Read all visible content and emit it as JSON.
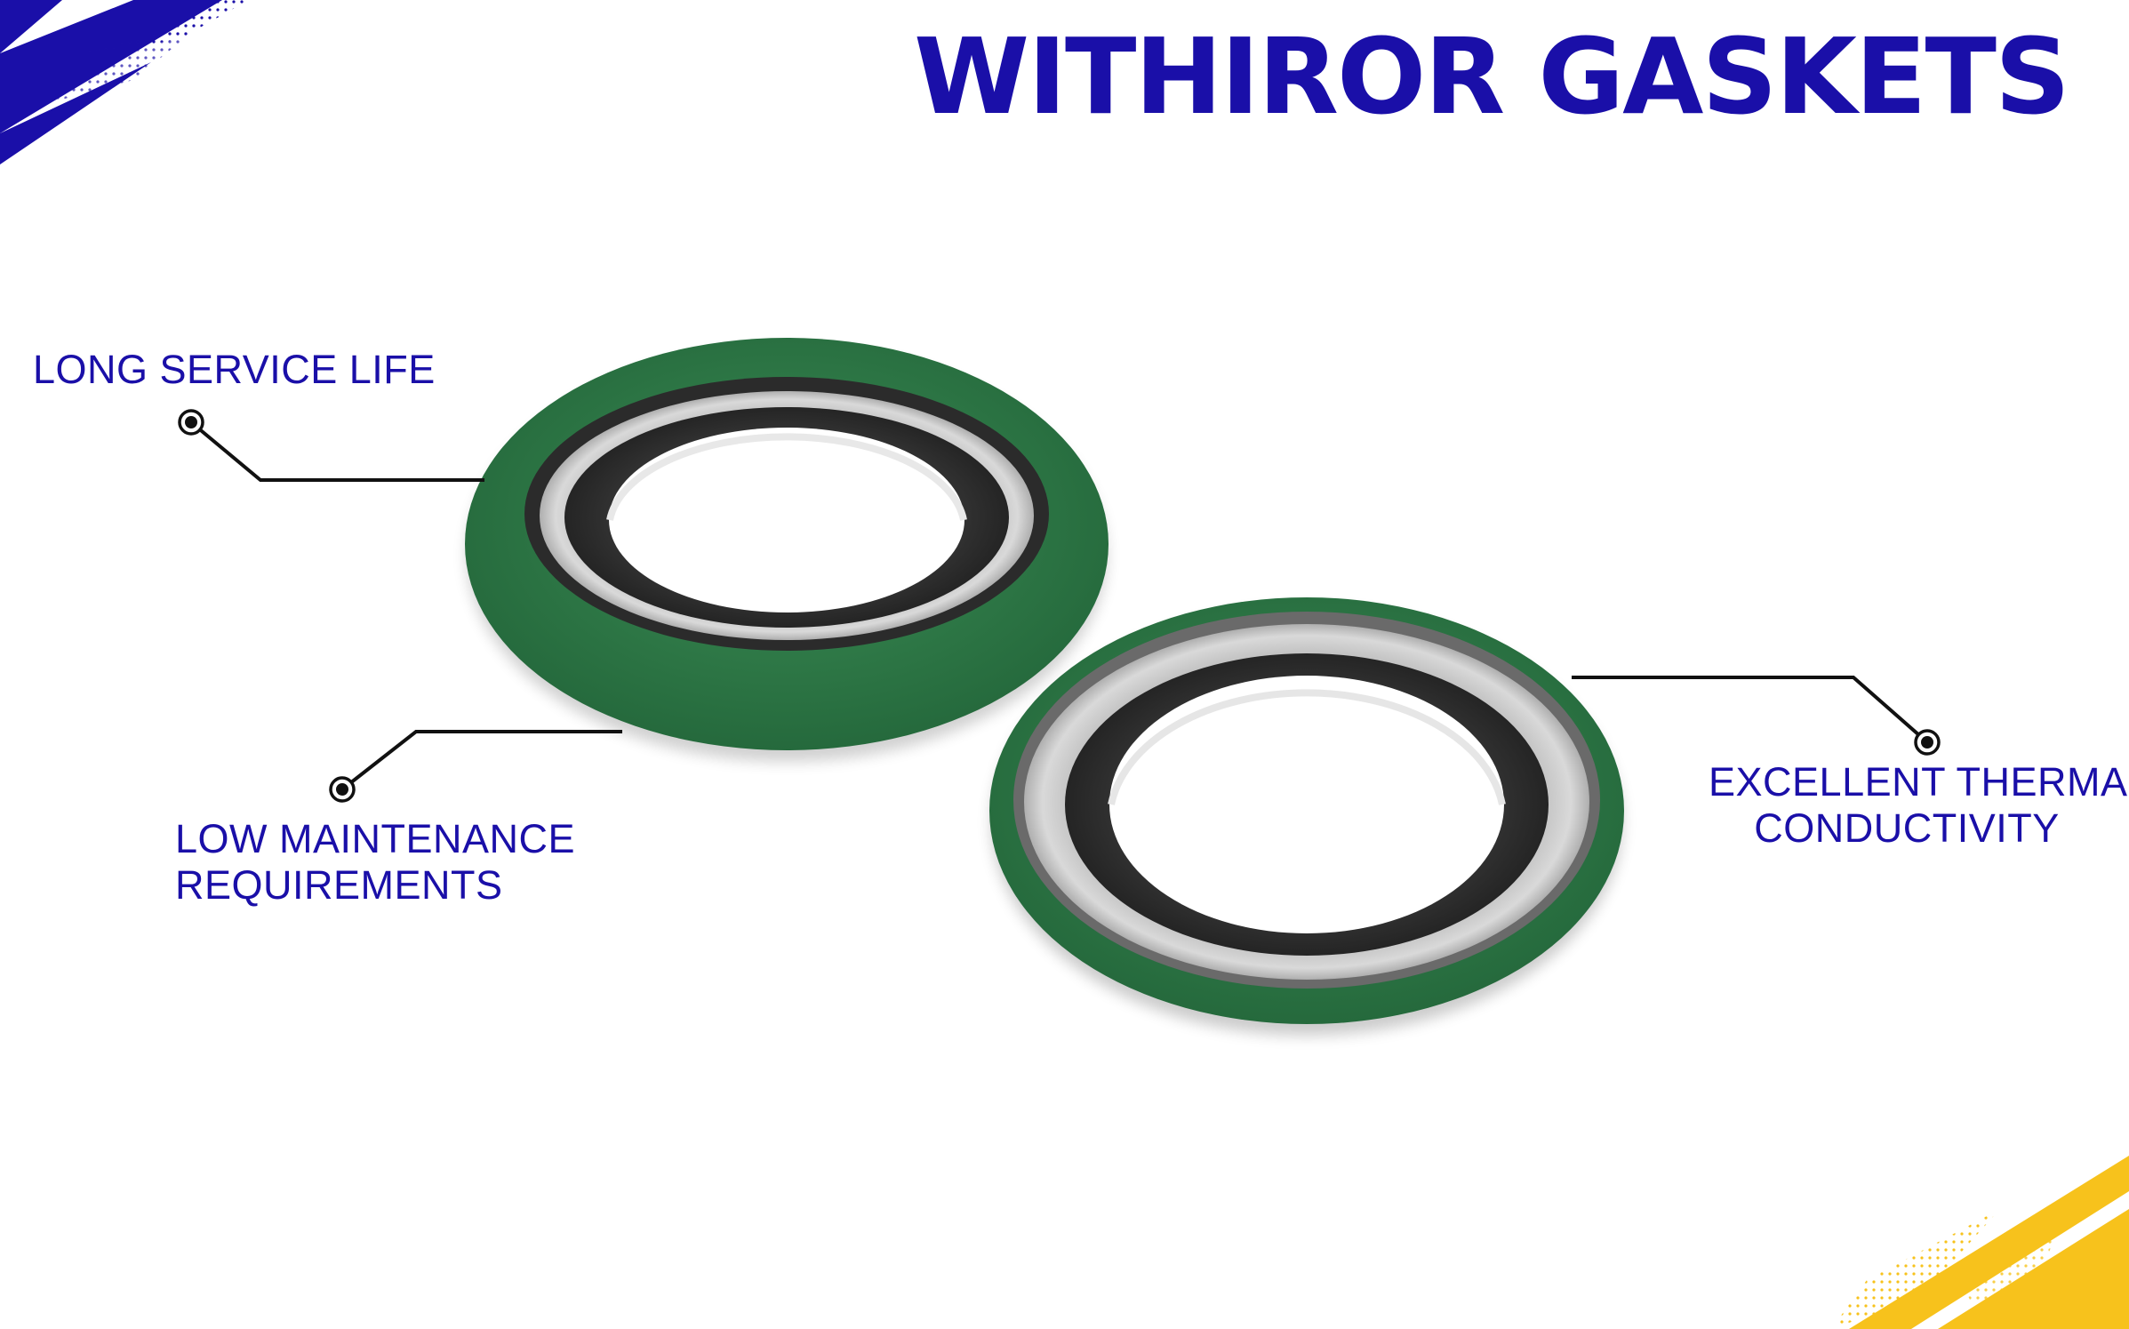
{
  "title": "WITHIROR GASKETS",
  "features": [
    {
      "lines": [
        "LONG SERVICE LIFE"
      ]
    },
    {
      "lines": [
        "LOW MAINTENANCE",
        "REQUIREMENTS"
      ]
    },
    {
      "lines": [
        "EXCELLENT THERMAL",
        "CONDUCTIVITY"
      ]
    }
  ],
  "colors": {
    "brand_blue": "#1a0fa8",
    "accent_yellow": "#f7c21c",
    "gasket_green": "#2f7a45",
    "leader_line": "#111111"
  }
}
